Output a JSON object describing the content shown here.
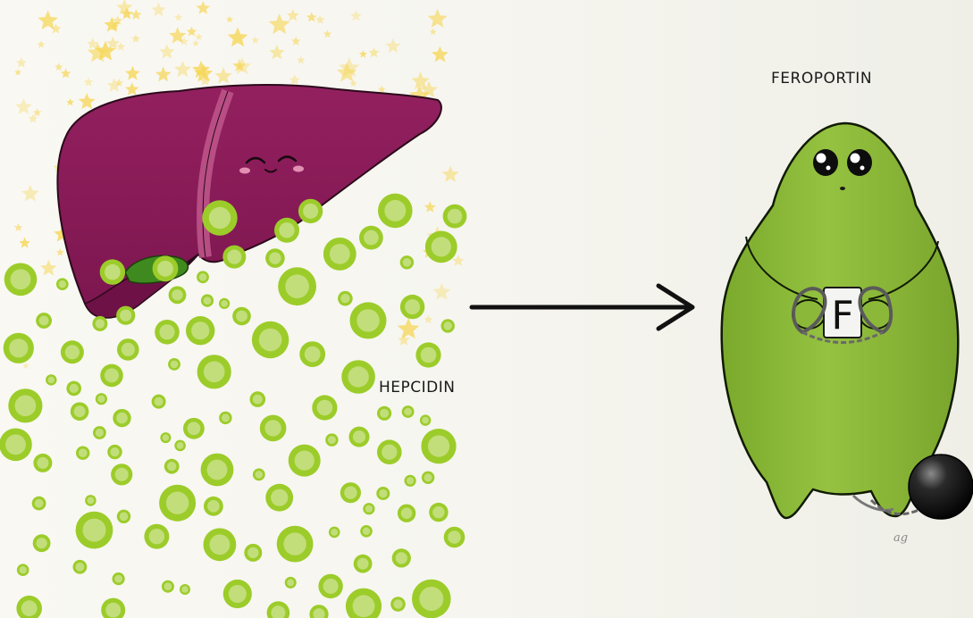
{
  "labels": {
    "hepcidin": "HEPCIDIN",
    "ferroportin": "FEROPORTIN",
    "shackle_letter": "F",
    "signature": "ag"
  },
  "colors": {
    "liver": "#8b1a5a",
    "liver_shadow": "#6e1147",
    "gallbladder": "#3f8a1e",
    "hepcidin_ring": "#9ccc2a",
    "hepcidin_core": "#c2de7a",
    "ferroportin_body": "#8cb83a",
    "star": "#f6d75a",
    "arrow": "#111111",
    "ball": "#1b1b1b"
  },
  "icons": [
    "liver-icon",
    "hepcidin-particle-icon",
    "ferroportin-character-icon",
    "shackle-icon",
    "ball-and-chain-icon",
    "arrow-icon",
    "star-icon"
  ]
}
